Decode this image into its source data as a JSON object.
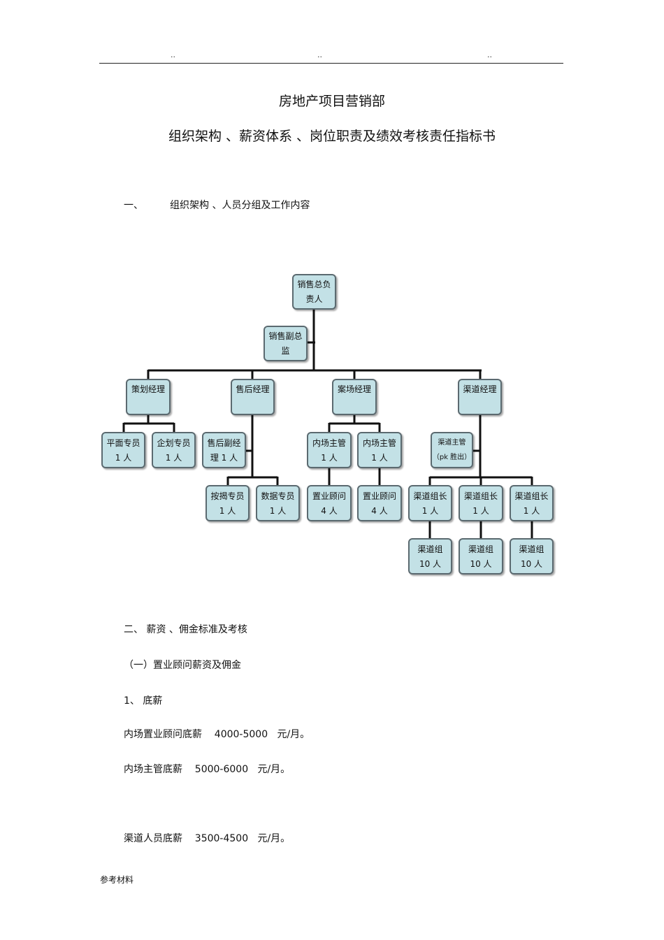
{
  "header": {
    "marks": [
      "..",
      "..",
      ".."
    ]
  },
  "title": {
    "line1": "房地产项目营销部",
    "line2": "组织架构 、薪资体系 、岗位职责及绩效考核责任指标书"
  },
  "section1": {
    "number": "一、",
    "title": "组织架构 、人员分组及工作内容"
  },
  "org_chart": {
    "head": [
      "销售总负",
      "责人"
    ],
    "deputy": [
      "销售副总",
      "监"
    ],
    "planning_manager": "策划经理",
    "aftersales_manager": "售后经理",
    "case_manager": "案场经理",
    "channel_manager": "渠道经理",
    "flat_specialist": [
      "平面专员",
      "1 人"
    ],
    "planning_specialist": [
      "企划专员",
      "1 人"
    ],
    "aftersales_deputy": [
      "售后副经",
      "理 1 人"
    ],
    "mortgage_specialist": [
      "按揭专员",
      "1 人"
    ],
    "data_specialist": [
      "数据专员",
      "1 人"
    ],
    "onsite_supervisor_1": [
      "内场主管",
      "1 人"
    ],
    "onsite_supervisor_2": [
      "内场主管",
      "1 人"
    ],
    "consultant_1": [
      "置业顾问",
      "4 人"
    ],
    "consultant_2": [
      "置业顾问",
      "4 人"
    ],
    "channel_supervisor": [
      "渠道主管",
      "（pk 胜出）"
    ],
    "channel_leader_1": [
      "渠道组长",
      "1 人"
    ],
    "channel_leader_2": [
      "渠道组长",
      "1 人"
    ],
    "channel_leader_3": [
      "渠道组长",
      "1 人"
    ],
    "channel_group_1": [
      "渠道组",
      "10 人"
    ],
    "channel_group_2": [
      "渠道组",
      "10 人"
    ],
    "channel_group_3": [
      "渠道组",
      "10 人"
    ]
  },
  "section2": {
    "heading": "二、 薪资 、佣金标准及考核",
    "subheading": "（一）置业顾问薪资及佣金",
    "item1": "1、 底薪",
    "lines": [
      "内场置业顾问底薪    4000-5000   元/月。",
      "内场主管底薪    5000-6000   元/月。",
      "渠道人员底薪    3500-4500   元/月。"
    ]
  },
  "footer": {
    "text": "参考材料"
  }
}
